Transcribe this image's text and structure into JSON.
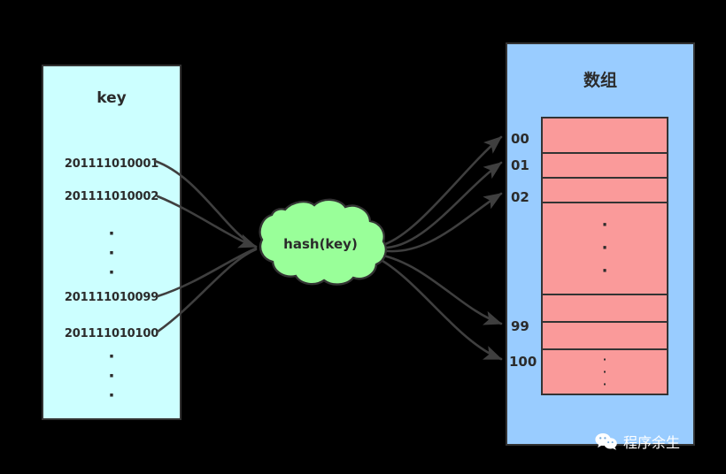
{
  "diagram": {
    "background_color": "#000000",
    "key_panel": {
      "title": "key",
      "fill_color": "#CCFFFF",
      "entries": [
        "201111010001",
        "201111010002",
        "201111010099",
        "201111010100"
      ],
      "dots_glyph": "·"
    },
    "hash_node": {
      "label": "hash(key)",
      "fill_color": "#99FF99",
      "shape": "cloud"
    },
    "array_panel": {
      "title": "数组",
      "fill_color": "#99CCFF",
      "cell_color": "#FA9A9A",
      "index_labels": [
        "00",
        "01",
        "02",
        "99",
        "100"
      ],
      "dots_glyph": "·"
    },
    "watermark": {
      "text": "程序余生",
      "icon": "wechat-icon"
    }
  }
}
